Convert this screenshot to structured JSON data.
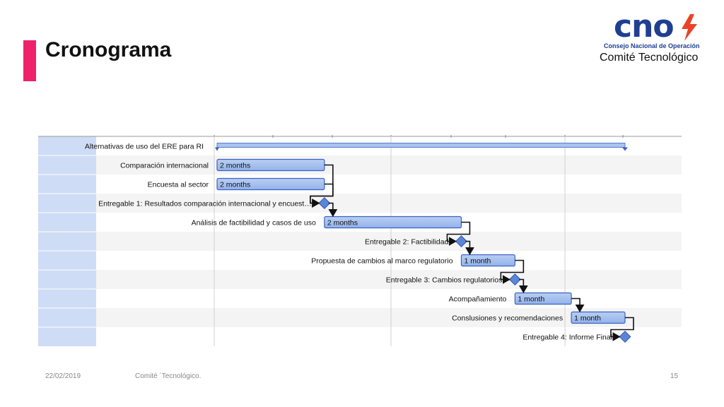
{
  "slide": {
    "title": "Cronograma",
    "footer_date": "22/02/2019",
    "footer_org": "Comité ´Tecnológico.",
    "page_number": "15"
  },
  "logo": {
    "brand": "cno",
    "subtitle": "Consejo Nacional de Operación",
    "committee": "Comité Tecnológico"
  },
  "colors": {
    "accent": "#f0216b",
    "brand_blue": "#1f3f93",
    "bolt": "#e8442a",
    "bar_fill": "#93b3ea",
    "bar_border": "#3b62c4",
    "summary_fill": "#a9c4ee",
    "milestone": "#5b86d6"
  },
  "chart_data": {
    "type": "gantt",
    "timeline": {
      "start": 0,
      "end": 7.6,
      "unit": "month"
    },
    "tasks": [
      {
        "name": "Alternativas de uso del ERE para RI",
        "kind": "summary",
        "start": 0,
        "end": 7.6,
        "label": ""
      },
      {
        "name": "Comparación internacional",
        "kind": "task",
        "start": 0,
        "end": 2,
        "label": "2 months"
      },
      {
        "name": "Encuesta al sector",
        "kind": "task",
        "start": 0,
        "end": 2,
        "label": "2 months"
      },
      {
        "name": "Entregable 1: Resultados comparación internacional y encuest…",
        "kind": "milestone",
        "start": 2,
        "end": 2,
        "label": ""
      },
      {
        "name": "Análisis de factibilidad y casos de uso",
        "kind": "task",
        "start": 2,
        "end": 4.55,
        "label": "2 months"
      },
      {
        "name": "Entregable 2: Factibilidad",
        "kind": "milestone",
        "start": 4.55,
        "end": 4.55,
        "label": ""
      },
      {
        "name": "Propuesta de cambios al marco regulatorio",
        "kind": "task",
        "start": 4.55,
        "end": 5.55,
        "label": "1 month"
      },
      {
        "name": "Entregable 3: Cambios regulatorios",
        "kind": "milestone",
        "start": 5.55,
        "end": 5.55,
        "label": ""
      },
      {
        "name": "Acompañamiento",
        "kind": "task",
        "start": 5.55,
        "end": 6.6,
        "label": "1 month"
      },
      {
        "name": "Conslusiones y recomendaciones",
        "kind": "task",
        "start": 6.6,
        "end": 7.6,
        "label": "1 month"
      },
      {
        "name": "Entregable 4: Informe Final",
        "kind": "milestone",
        "start": 7.6,
        "end": 7.6,
        "label": ""
      }
    ],
    "dependencies": [
      [
        1,
        3
      ],
      [
        2,
        3
      ],
      [
        3,
        4
      ],
      [
        4,
        5
      ],
      [
        5,
        6
      ],
      [
        6,
        7
      ],
      [
        7,
        8
      ],
      [
        8,
        9
      ],
      [
        9,
        10
      ]
    ]
  }
}
